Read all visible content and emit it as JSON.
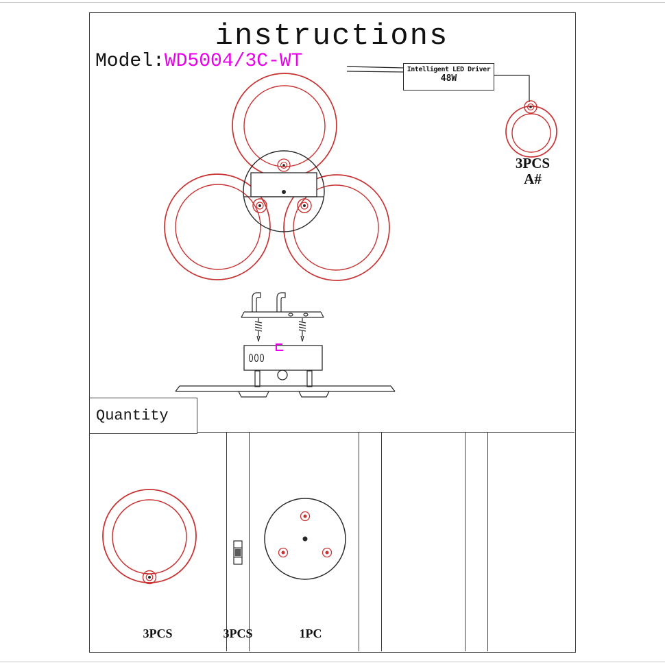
{
  "title": "instructions",
  "model": {
    "label": "Model:",
    "value": "WD5004/3C-WT"
  },
  "driver": {
    "title": "Intelligent LED Driver",
    "wattage": "48W"
  },
  "accessory": {
    "count": "3PCS",
    "code": "A#"
  },
  "quantity": {
    "label": "Quantity"
  },
  "parts": [
    {
      "name": "light-ring",
      "qty": "3PCS"
    },
    {
      "name": "mounting-screw",
      "qty": "3PCS"
    },
    {
      "name": "ceiling-plate",
      "qty": "1PC"
    }
  ],
  "colors": {
    "ring_red": "#c83232",
    "magenta": "#e800e8",
    "ink": "#1c1c1c"
  }
}
